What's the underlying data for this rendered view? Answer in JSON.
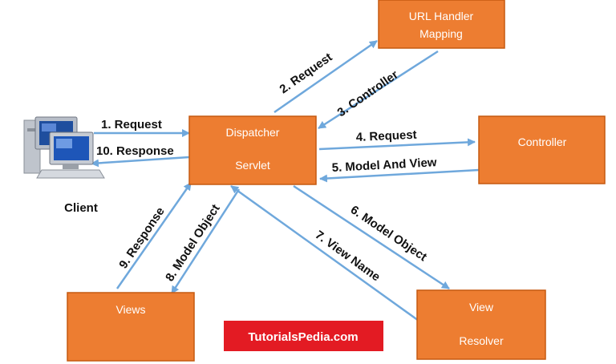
{
  "colors": {
    "box_fill": "#ED7D31",
    "box_stroke": "#C55A11",
    "arrow": "#6FA8DC",
    "brand_fill": "#E31B23"
  },
  "nodes": {
    "url_handler": {
      "line1": "URL Handler",
      "line2": "Mapping"
    },
    "dispatcher": {
      "line1": "Dispatcher",
      "line2": "Servlet"
    },
    "controller": {
      "line1": "Controller"
    },
    "views": {
      "line1": "Views"
    },
    "view_resolver": {
      "line1": "View",
      "line2": "Resolver"
    },
    "client": {
      "label": "Client",
      "icon": "computer-icon"
    }
  },
  "edges": {
    "e1": "1. Request",
    "e2": "2. Request",
    "e3": "3. Controller",
    "e4": "4. Request",
    "e5": "5. Model And View",
    "e6": "6. Model Object",
    "e7": "7. View Name",
    "e8": "8. Model Object",
    "e9": "9. Response",
    "e10": "10. Response"
  },
  "brand": {
    "label": "TutorialsPedia.com"
  }
}
